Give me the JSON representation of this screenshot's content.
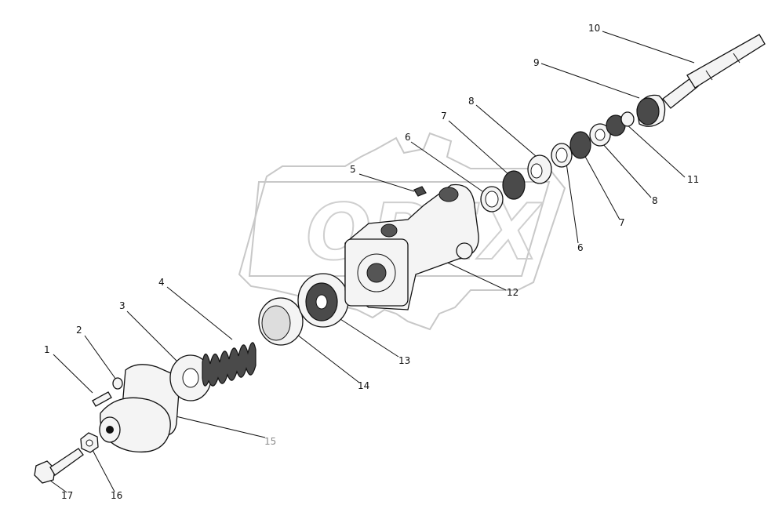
{
  "callouts": [
    {
      "id": "c1",
      "text": "1"
    },
    {
      "id": "c2",
      "text": "2"
    },
    {
      "id": "c3",
      "text": "3"
    },
    {
      "id": "c4",
      "text": "4"
    },
    {
      "id": "c5",
      "text": "5"
    },
    {
      "id": "c6a",
      "text": "6"
    },
    {
      "id": "c6b",
      "text": "6"
    },
    {
      "id": "c7a",
      "text": "7"
    },
    {
      "id": "c7b",
      "text": "7"
    },
    {
      "id": "c8a",
      "text": "8"
    },
    {
      "id": "c8b",
      "text": "8"
    },
    {
      "id": "c9",
      "text": "9"
    },
    {
      "id": "c10",
      "text": "10"
    },
    {
      "id": "c11",
      "text": "11"
    },
    {
      "id": "c12",
      "text": "12"
    },
    {
      "id": "c13",
      "text": "13"
    },
    {
      "id": "c14",
      "text": "14"
    },
    {
      "id": "c15",
      "text": "15"
    },
    {
      "id": "c16",
      "text": "16"
    },
    {
      "id": "c17",
      "text": "17"
    }
  ],
  "watermark": {
    "text": "OPEX"
  }
}
